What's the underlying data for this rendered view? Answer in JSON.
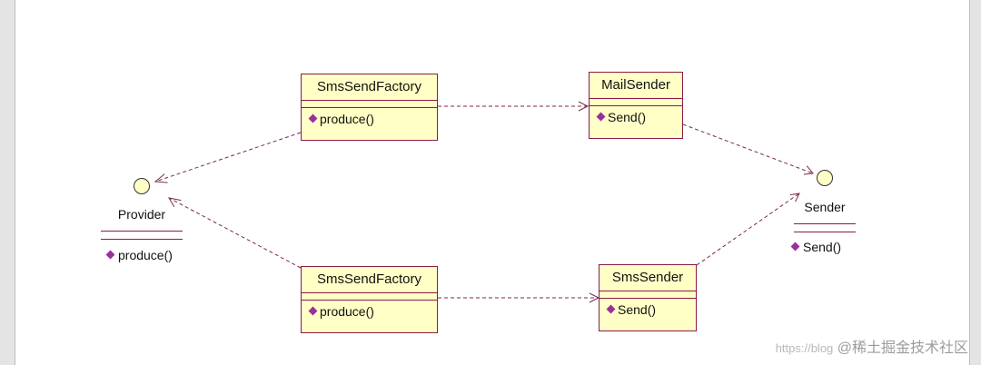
{
  "classes": [
    {
      "id": "factory_top",
      "name": "SmsSendFactory",
      "operation": "produce()"
    },
    {
      "id": "mail_sender",
      "name": "MailSender",
      "operation": "Send()"
    },
    {
      "id": "factory_bottom",
      "name": "SmsSendFactory",
      "operation": "produce()"
    },
    {
      "id": "sms_sender",
      "name": "SmsSender",
      "operation": "Send()"
    }
  ],
  "interfaces": [
    {
      "id": "provider",
      "name": "Provider",
      "operation": "produce()"
    },
    {
      "id": "sender",
      "name": "Sender",
      "operation": "Send()"
    }
  ],
  "relations": [
    {
      "from": "factory_top",
      "to": "provider",
      "style": "dashed-open-arrow"
    },
    {
      "from": "factory_bottom",
      "to": "provider",
      "style": "dashed-open-arrow"
    },
    {
      "from": "factory_top",
      "to": "mail_sender",
      "style": "dashed-open-arrow"
    },
    {
      "from": "factory_bottom",
      "to": "sms_sender",
      "style": "dashed-open-arrow"
    },
    {
      "from": "mail_sender",
      "to": "sender",
      "style": "dashed-open-arrow"
    },
    {
      "from": "sms_sender",
      "to": "sender",
      "style": "dashed-open-arrow"
    }
  ],
  "colors": {
    "class_fill": "#ffffc6",
    "class_border": "#8b1a4a",
    "operation_icon": "#9b2f9b",
    "edge": "#7a2a4a"
  },
  "watermark": {
    "url": "https://blog",
    "text": "@稀土掘金技术社区"
  }
}
